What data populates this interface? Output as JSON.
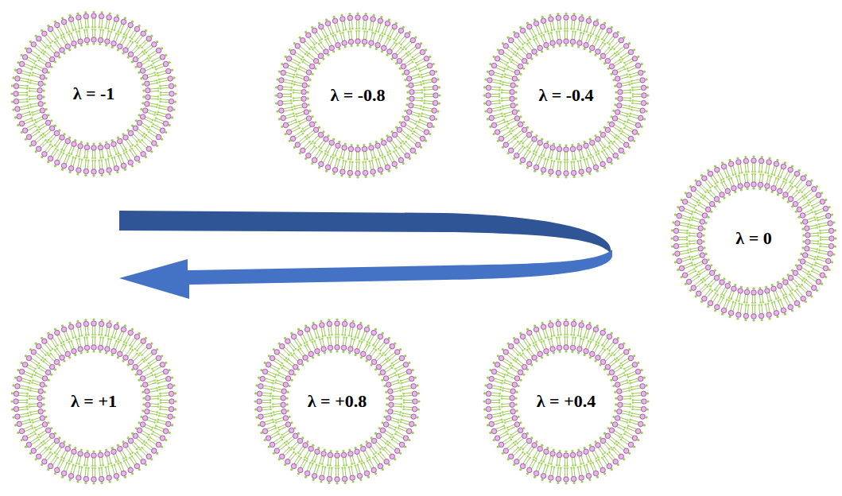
{
  "diagram": {
    "nodes": [
      {
        "text": [
          "λ = -1"
        ]
      },
      {
        "text": [
          "λ = -0.8"
        ]
      },
      {
        "text": [
          "λ = -0.4"
        ]
      },
      {
        "text": [
          "λ = 0"
        ]
      },
      {
        "text": [
          "λ = +1"
        ]
      },
      {
        "text": [
          "λ = +0.8"
        ]
      },
      {
        "text": [
          "λ = +0.4"
        ]
      }
    ]
  }
}
